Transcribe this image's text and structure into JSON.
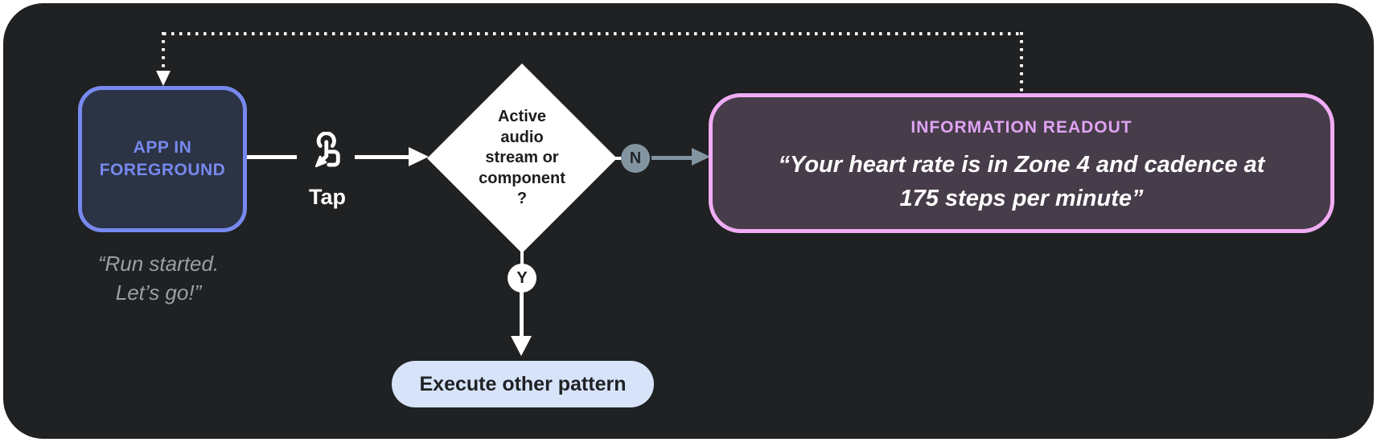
{
  "colors": {
    "page_bg": "#ffffff",
    "canvas_bg": "#1f2123",
    "connector_white": "#ffffff",
    "start_accent": "#7789ee",
    "start_fill": "#2b3345",
    "caption_gray": "#9aa0a6",
    "decision_fill": "#ffffff",
    "decision_text": "#1d1d1d",
    "no_accent": "#8394a1",
    "readout_border": "#f0acf4",
    "readout_title_color": "#dfa3f3",
    "readout_fill": "#473c49",
    "readout_text": "#ffffff",
    "fallback_fill": "#d7e3f9",
    "fallback_text": "#1f2124"
  },
  "diagram": {
    "start_node": {
      "label": "APP IN\nFOREGROUND"
    },
    "start_caption": "“Run started.\nLet’s go!”",
    "trigger": {
      "icon": "tap-gesture-icon",
      "label": "Tap"
    },
    "decision": {
      "label": "Active\naudio\nstream or\ncomponent\n?"
    },
    "branch_no": "N",
    "branch_yes": "Y",
    "readout": {
      "title": "INFORMATION READOUT",
      "quote": "“Your heart rate is in Zone 4 and cadence at\n175 steps per minute”"
    },
    "fallback": {
      "label": "Execute other pattern"
    }
  }
}
